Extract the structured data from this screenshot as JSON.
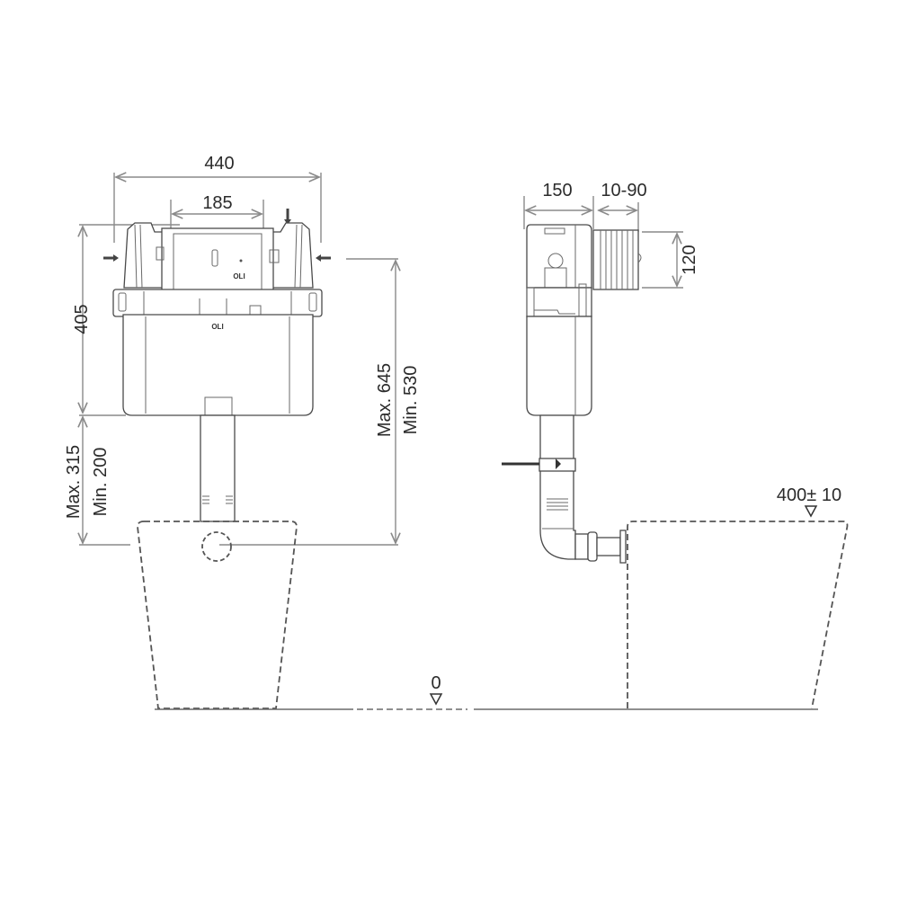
{
  "drawing": {
    "subject": "Concealed cistern installation drawing (front and side views)",
    "brand_marks": [
      "OLI",
      "OLI"
    ],
    "colors": {
      "line": "#4a4a4a",
      "dimension": "#8a8a8a",
      "text": "#2b2b2b",
      "background": "#ffffff"
    }
  },
  "front_view": {
    "overall_width": "440",
    "button_plate_width": "185",
    "cistern_height": "405",
    "pipe_length_max": "Max. 315",
    "pipe_length_min": "Min. 200",
    "outlet_height_max": "Max. 645",
    "outlet_height_min": "Min. 530"
  },
  "side_view": {
    "depth": "150",
    "adjustable_depth": "10-90",
    "inspection_height": "120",
    "toilet_height": "400± 10",
    "floor_level": "0"
  }
}
